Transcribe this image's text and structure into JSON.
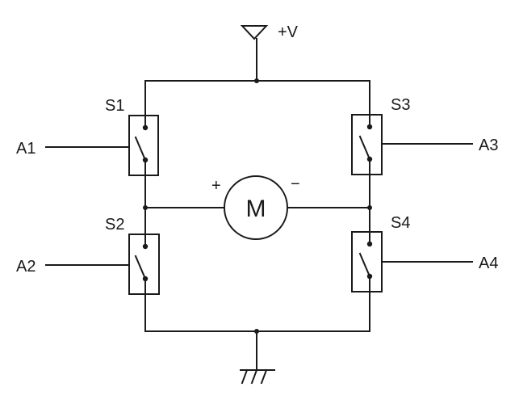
{
  "supply": {
    "label": "+V"
  },
  "motor": {
    "label": "M",
    "plus": "+",
    "minus": "−"
  },
  "switches": [
    {
      "id": "s1",
      "label": "S1",
      "input": "A1"
    },
    {
      "id": "s2",
      "label": "S2",
      "input": "A2"
    },
    {
      "id": "s3",
      "label": "S3",
      "input": "A3"
    },
    {
      "id": "s4",
      "label": "S4",
      "input": "A4"
    }
  ],
  "colors": {
    "line": "#1a1a1a",
    "background": "#ffffff"
  }
}
